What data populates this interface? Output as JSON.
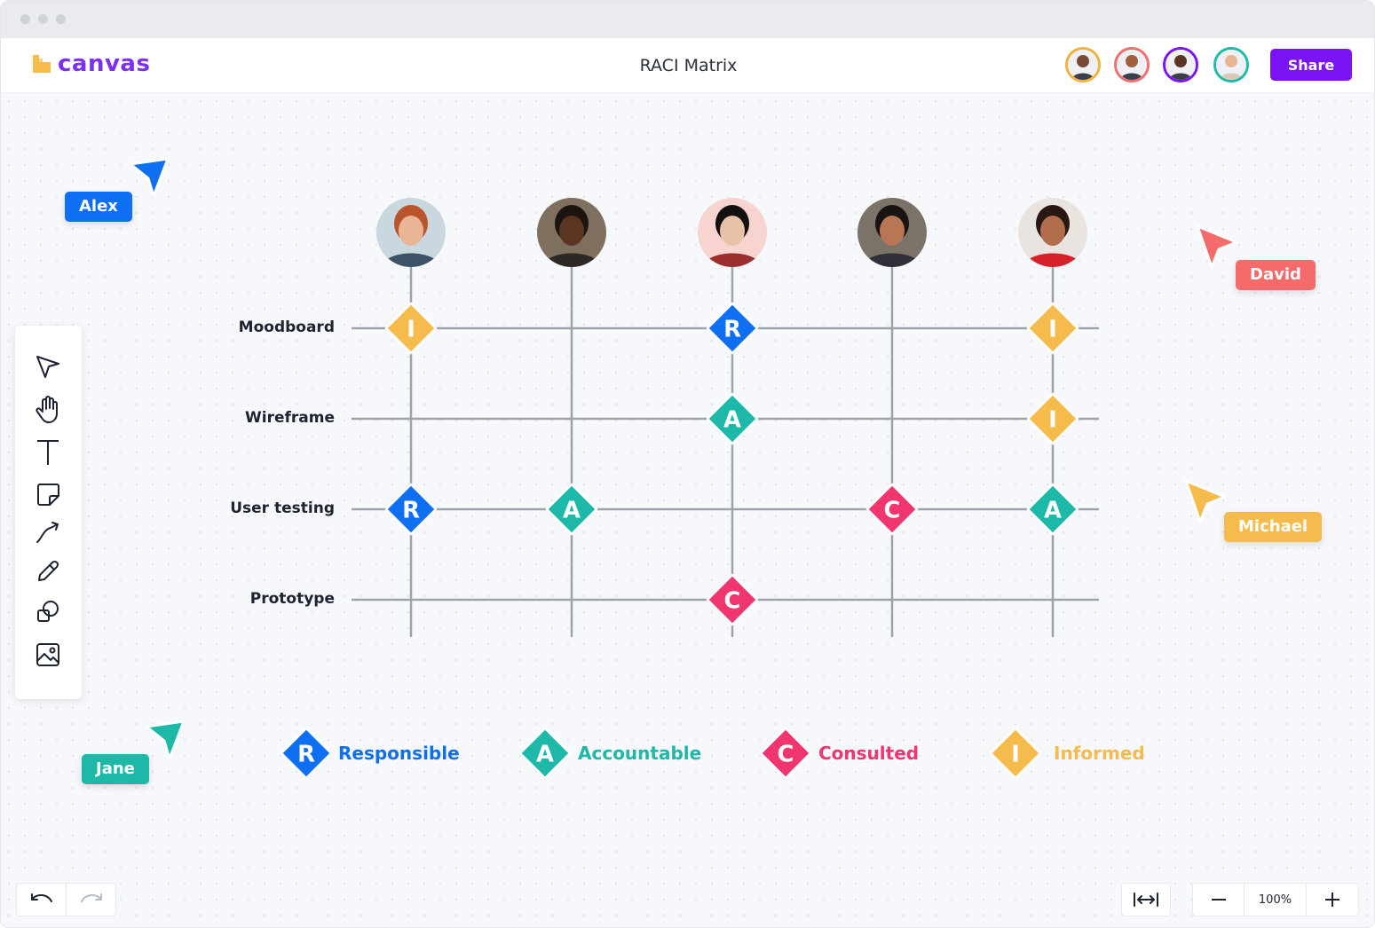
{
  "app": {
    "name": "canvas",
    "title": "RACI Matrix",
    "share_label": "Share",
    "brand_color": "#7a14f5"
  },
  "collaborators": [
    {
      "name": "avatar-1",
      "ring": "#f3b23b"
    },
    {
      "name": "avatar-2",
      "ring": "#f26d6d"
    },
    {
      "name": "avatar-3",
      "ring": "#7a14f5"
    },
    {
      "name": "avatar-4",
      "ring": "#1fb9a7"
    }
  ],
  "cursors": [
    {
      "label": "Alex",
      "color": "#0e6ff3"
    },
    {
      "label": "David",
      "color": "#f36b6b"
    },
    {
      "label": "Michael",
      "color": "#f5bb4d"
    },
    {
      "label": "Jane",
      "color": "#1db8a7"
    }
  ],
  "tools": [
    "select-icon",
    "hand-icon",
    "text-icon",
    "sticky-note-icon",
    "connector-icon",
    "pen-icon",
    "shapes-icon",
    "image-icon"
  ],
  "matrix": {
    "people": [
      "person-1",
      "person-2",
      "person-3",
      "person-4",
      "person-5"
    ],
    "rows": [
      {
        "label": "Moodboard",
        "cells": [
          "I",
          "",
          "R",
          "",
          "I"
        ]
      },
      {
        "label": "Wireframe",
        "cells": [
          "",
          "",
          "A",
          "",
          "I"
        ]
      },
      {
        "label": "User testing",
        "cells": [
          "R",
          "A",
          "",
          "C",
          "A"
        ]
      },
      {
        "label": "Prototype",
        "cells": [
          "",
          "",
          "C",
          "",
          ""
        ]
      }
    ]
  },
  "legend": [
    {
      "letter": "R",
      "label": "Responsible",
      "color": "#0e6ff3"
    },
    {
      "letter": "A",
      "label": "Accountable",
      "color": "#1db8a7"
    },
    {
      "letter": "C",
      "label": "Consulted",
      "color": "#f0356f"
    },
    {
      "letter": "I",
      "label": "Informed",
      "color": "#f5bb4d"
    }
  ],
  "zoom": {
    "level": "100%"
  }
}
